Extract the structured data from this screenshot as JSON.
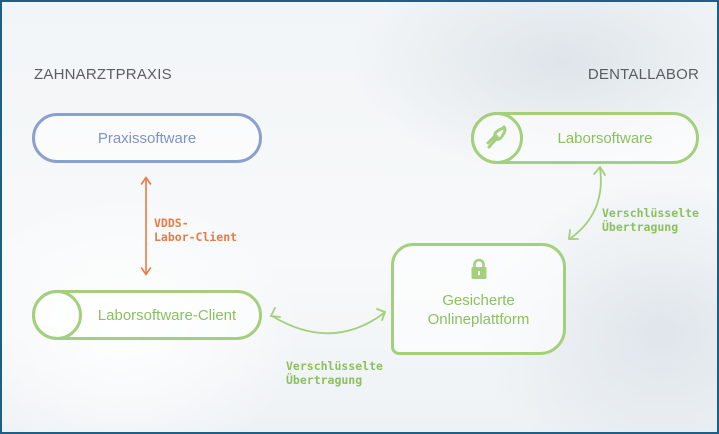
{
  "left_section": {
    "title": "ZAHNARZTPRAXIS"
  },
  "right_section": {
    "title": "DENTALLABOR"
  },
  "nodes": {
    "praxissoftware": "Praxissoftware",
    "laborsoftware_client": "Laborsoftware-Client",
    "laborsoftware": "Laborsoftware",
    "plattform_line1": "Gesicherte",
    "plattform_line2": "Onlineplattform"
  },
  "connectors": {
    "vdds_line1": "VDDS-",
    "vdds_line2": "Labor-Client",
    "enc_left_line1": "Verschlüsselte",
    "enc_left_line2": "Übertragung",
    "enc_right_line1": "Verschlüsselte",
    "enc_right_line2": "Übertragung"
  },
  "colors": {
    "blue": "#8b9fd0",
    "green": "#a4cf7c",
    "orange": "#ea7a45",
    "border": "#1f5e86"
  },
  "icons": [
    "pliers-icon",
    "lock-icon"
  ]
}
